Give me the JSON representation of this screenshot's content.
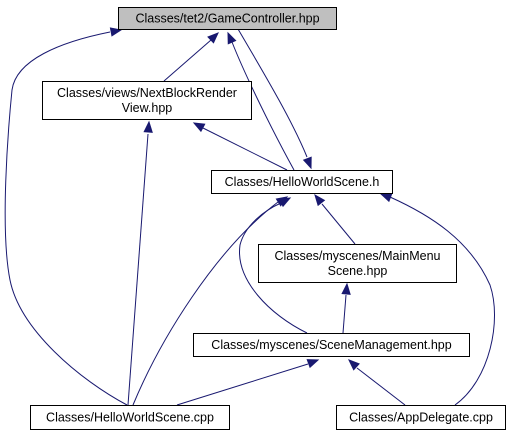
{
  "diagram": {
    "nodes": [
      {
        "id": "game_controller",
        "lines": [
          "Classes/tet2/GameController.hpp"
        ],
        "highlighted": true
      },
      {
        "id": "next_block_render_view",
        "lines": [
          "Classes/views/NextBlockRender",
          "View.hpp"
        ],
        "highlighted": false
      },
      {
        "id": "hello_world_scene_h",
        "lines": [
          "Classes/HelloWorldScene.h"
        ],
        "highlighted": false
      },
      {
        "id": "main_menu_scene",
        "lines": [
          "Classes/myscenes/MainMenu",
          "Scene.hpp"
        ],
        "highlighted": false
      },
      {
        "id": "scene_management",
        "lines": [
          "Classes/myscenes/SceneManagement.hpp"
        ],
        "highlighted": false
      },
      {
        "id": "hello_world_scene_cpp",
        "lines": [
          "Classes/HelloWorldScene.cpp"
        ],
        "highlighted": false
      },
      {
        "id": "app_delegate",
        "lines": [
          "Classes/AppDelegate.cpp"
        ],
        "highlighted": false
      }
    ],
    "edges": [
      {
        "from": "next_block_render_view",
        "to": "game_controller"
      },
      {
        "from": "hello_world_scene_h",
        "to": "game_controller"
      },
      {
        "from": "game_controller",
        "to": "hello_world_scene_h"
      },
      {
        "from": "hello_world_scene_cpp",
        "to": "game_controller"
      },
      {
        "from": "hello_world_scene_h",
        "to": "next_block_render_view"
      },
      {
        "from": "hello_world_scene_cpp",
        "to": "next_block_render_view"
      },
      {
        "from": "main_menu_scene",
        "to": "hello_world_scene_h"
      },
      {
        "from": "scene_management",
        "to": "hello_world_scene_h"
      },
      {
        "from": "hello_world_scene_cpp",
        "to": "hello_world_scene_h"
      },
      {
        "from": "app_delegate",
        "to": "hello_world_scene_h"
      },
      {
        "from": "scene_management",
        "to": "main_menu_scene"
      },
      {
        "from": "hello_world_scene_cpp",
        "to": "scene_management"
      },
      {
        "from": "app_delegate",
        "to": "scene_management"
      }
    ],
    "colors": {
      "edge": "#191970",
      "highlighted_fill": "#bfbfbf",
      "node_fill": "#ffffff",
      "node_border": "#000000"
    }
  }
}
